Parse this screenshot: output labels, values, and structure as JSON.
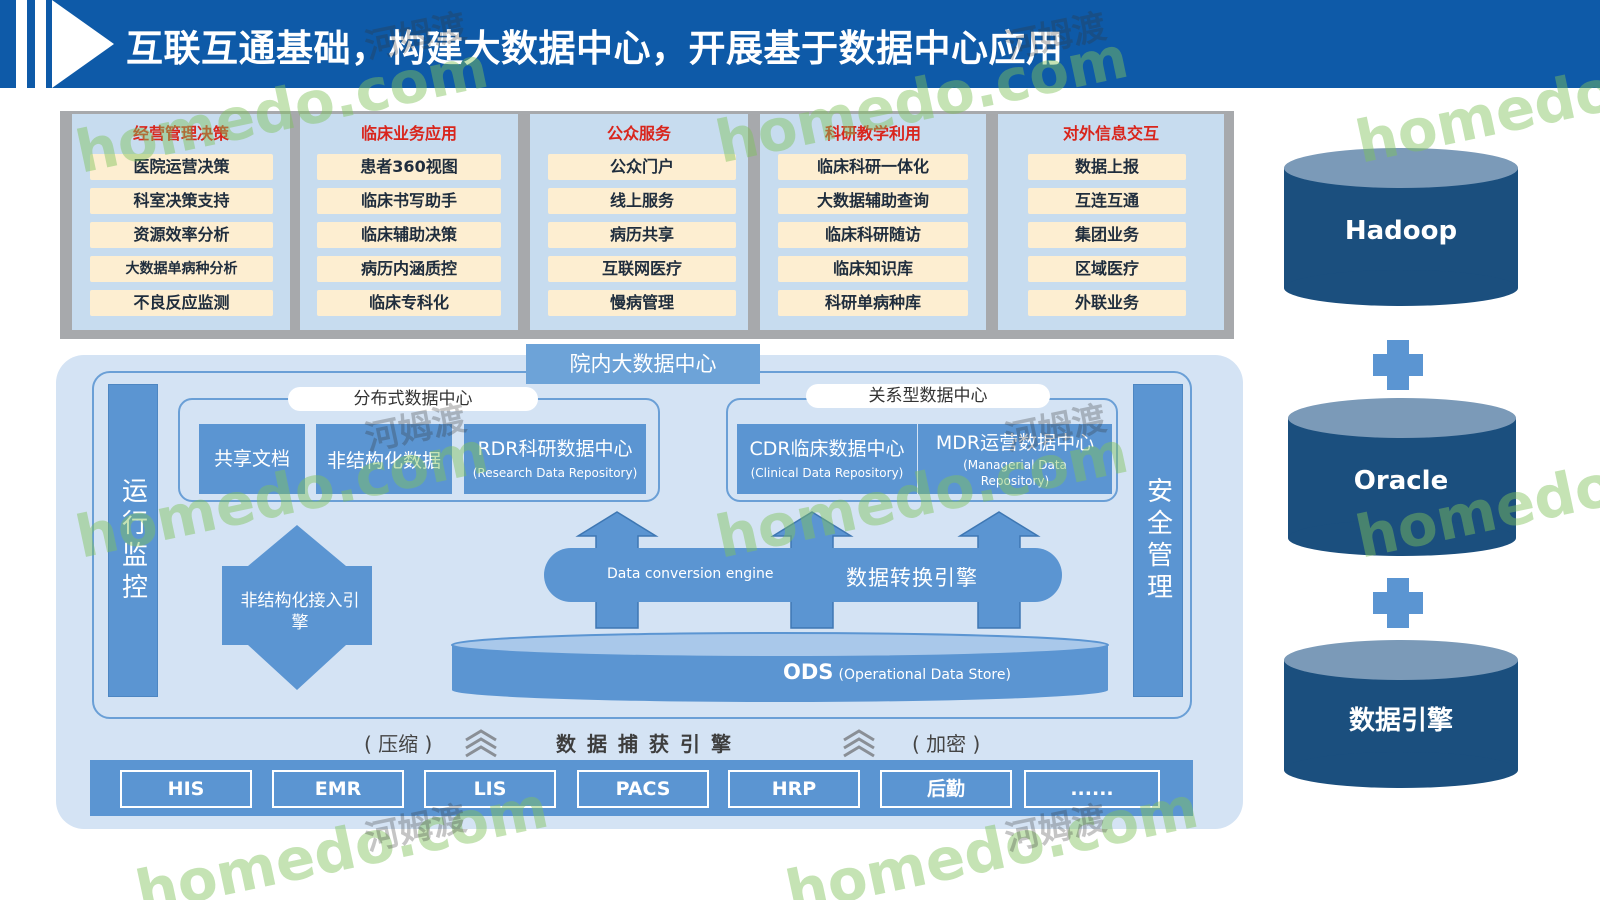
{
  "title": "互联互通基础，构建大数据中心，开展基于数据中心应用",
  "app_columns": [
    {
      "title": "经营管理决策",
      "items": [
        "医院运营决策",
        "科室决策支持",
        "资源效率分析",
        "大数据单病种分析",
        "不良反应监测"
      ]
    },
    {
      "title": "临床业务应用",
      "items": [
        "患者360视图",
        "临床书写助手",
        "临床辅助决策",
        "病历内涵质控",
        "临床专科化"
      ]
    },
    {
      "title": "公众服务",
      "items": [
        "公众门户",
        "线上服务",
        "病历共享",
        "互联网医疗",
        "慢病管理"
      ]
    },
    {
      "title": "科研教学利用",
      "items": [
        "临床科研一体化",
        "大数据辅助查询",
        "临床科研随访",
        "临床知识库",
        "科研单病种库"
      ]
    },
    {
      "title": "对外信息交互",
      "items": [
        "数据上报",
        "互连互通",
        "集团业务",
        "区域医疗",
        "外联业务"
      ]
    }
  ],
  "center": {
    "title": "院内大数据中心",
    "left_bar": "运行监控",
    "right_bar": "安全管理",
    "distributed": {
      "label": "分布式数据中心",
      "shared_docs": "共享文档",
      "unstructured_data": "非结构化数据",
      "rdr_title": "RDR科研数据中心",
      "rdr_sub": "(Research Data Repository)"
    },
    "relational": {
      "label": "关系型数据中心",
      "cdr_title": "CDR临床数据中心",
      "cdr_sub": "(Clinical Data Repository)",
      "mdr_title": "MDR运营数据中心",
      "mdr_sub": "(Managerial Data Repository)"
    },
    "engine_en": "Data conversion engine",
    "engine_cn": "数据转换引擎",
    "ods_main": "ODS",
    "ods_sub": "(Operational Data Store)",
    "unstruct_engine": "非结构化接入引擎",
    "capture_left": "( 压缩 )",
    "capture_main": "数据捕获引擎",
    "capture_right": "( 加密 )",
    "sources": [
      "HIS",
      "EMR",
      "LIS",
      "PACS",
      "HRP",
      "后勤",
      "......"
    ]
  },
  "storage": [
    "Hadoop",
    "Oracle",
    "数据引擎"
  ],
  "watermark": {
    "en": "homedo.com",
    "cn": "河姆渡"
  },
  "colors": {
    "header": "#0e5aa8",
    "block": "#5b95d2",
    "panel": "#d4e3f4",
    "app_title": "#d9251c",
    "app_item": "#fdeed1",
    "db_dark": "#1b4f7e"
  }
}
